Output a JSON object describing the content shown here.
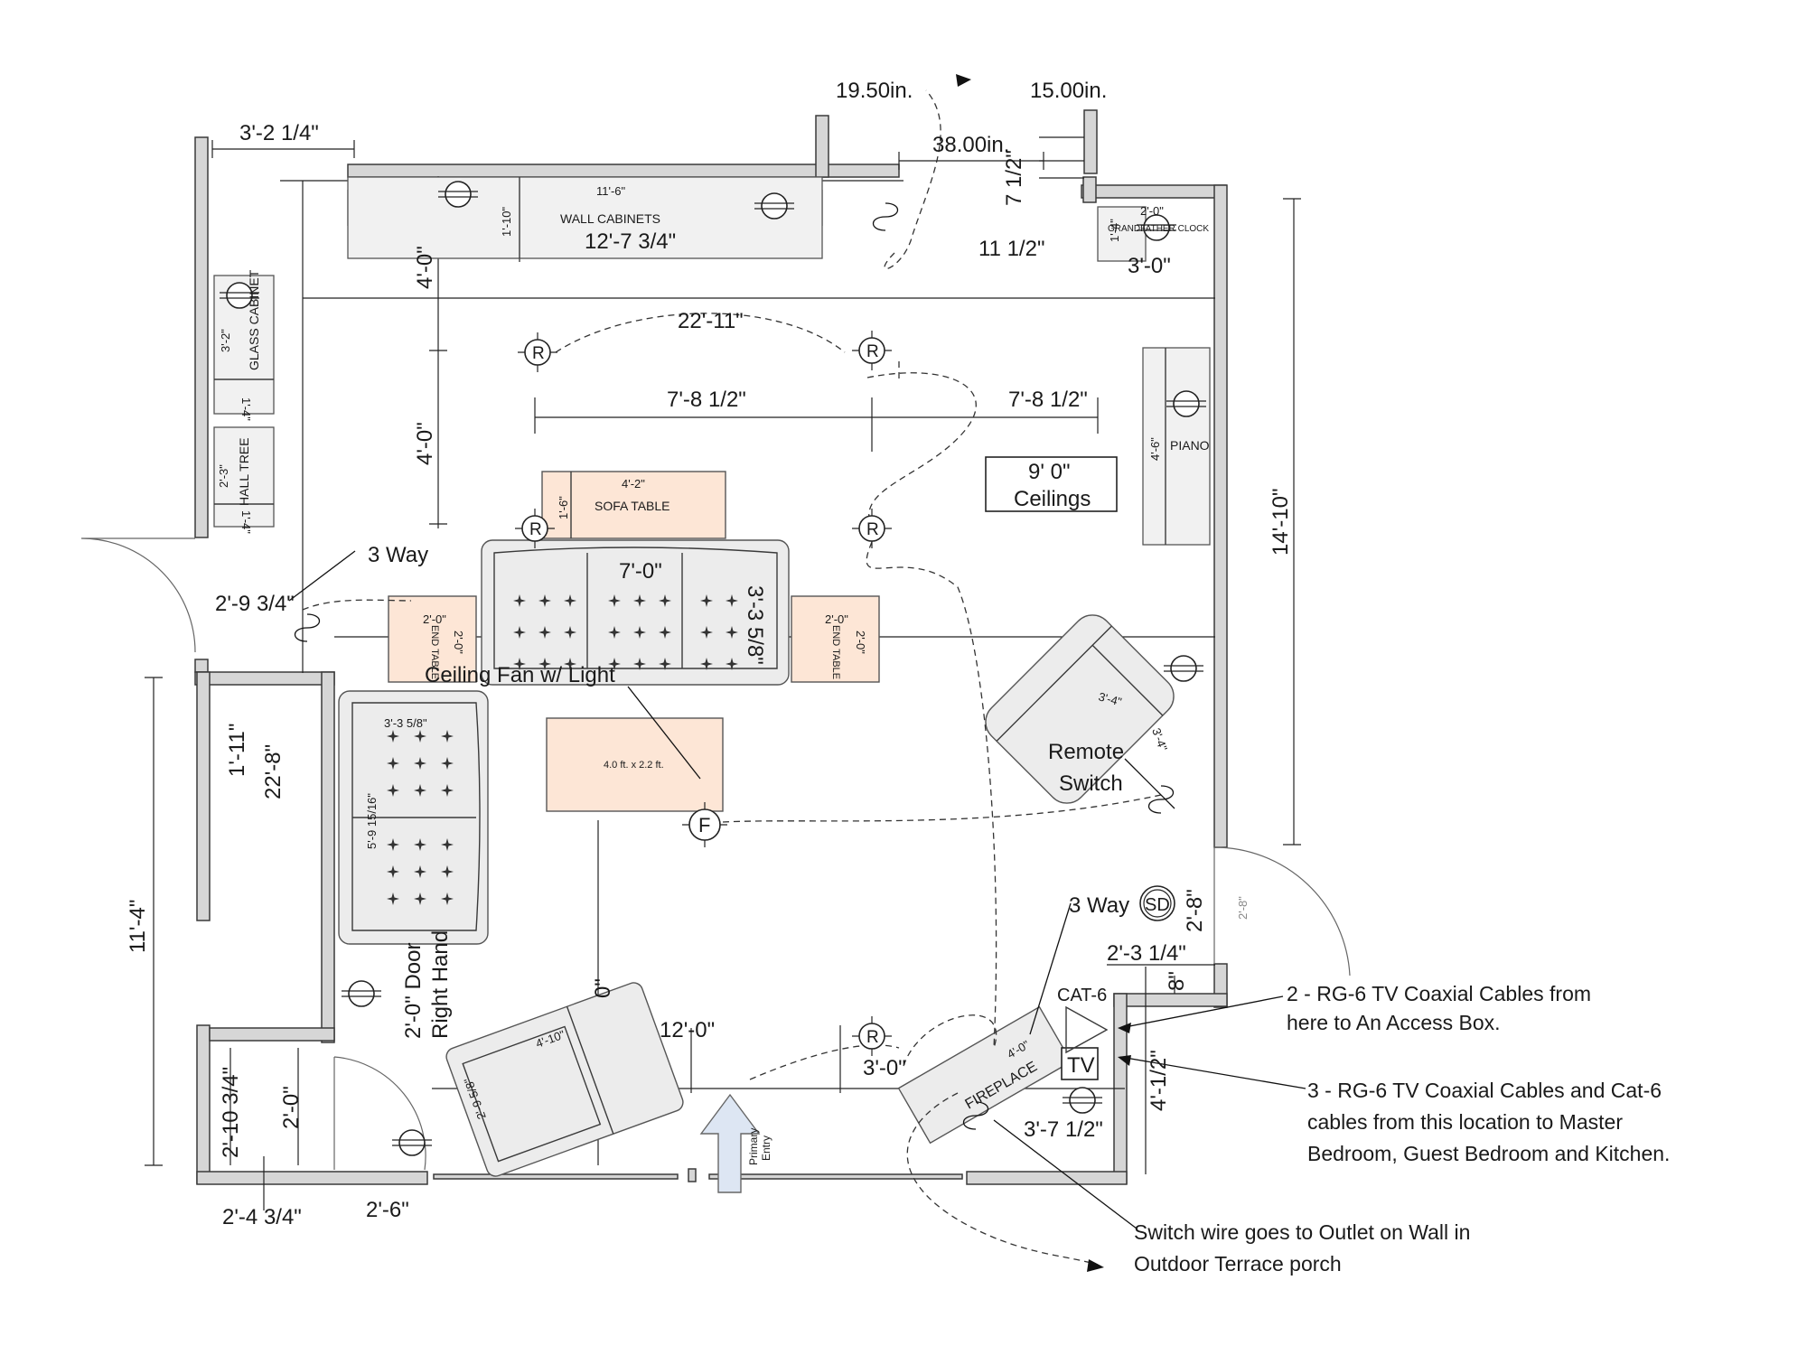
{
  "dimensions": {
    "d_19_50": "19.50in.",
    "d_15_00": "15.00in.",
    "d_3_2_14": "3'-2 1/4\"",
    "d_38_00": "38.00in.",
    "d_7_12": "7 1/2\"",
    "d_11_12": "11 1/2\"",
    "d_3_0_top": "3'-0\"",
    "d_11_6": "11'-6\"",
    "d_1_10": "1'-10\"",
    "d_12_7_34": "12'-7 3/4\"",
    "d_4_0_a": "4'-0\"",
    "d_22_11": "22'-11\"",
    "d_7_8_12_a": "7'-8 1/2\"",
    "d_7_8_12_b": "7'-8 1/2\"",
    "d_4_0_b": "4'-0\"",
    "d_14_10": "14'-10\"",
    "d_4_2": "4'-2\"",
    "d_1_6": "1'-6\"",
    "d_7_0": "7'-0\"",
    "d_3_3_58_a": "3'-3 5/8\"",
    "d_2_9_34": "2'-9 3/4\"",
    "d_3_3_58_b": "3'-3 5/8\"",
    "d_1_11": "1'-11\"",
    "d_22_8": "22'-8\"",
    "d_5_9_1516": "5'-9 15/16\"",
    "d_11_4": "11'-4\"",
    "d_2_8_a": "2'-8\"",
    "d_2_8_b": "2'-8\"",
    "d_2_3_14": "2'-3 1/4\"",
    "d_8": "8\"",
    "d_12_0": "12'-0\"",
    "d_3_0_bottom": "3'-0\"",
    "d_4_12": "4'-1/2\"",
    "d_3_7_12": "3'-7 1/2\"",
    "d_2_10_34": "2'-10 3/4\"",
    "d_2_0_door": "2'-0\"",
    "d_2_4_34": "2'-4 3/4\"",
    "d_2_6": "2'-6\"",
    "d_0_frag": "0\"",
    "d_3_4": "3'-4\"",
    "d_3_4_b": "3'-4\"",
    "d_4_10": "4'-10\"",
    "d_2_9_58": "2'-9 5/8\"",
    "d_3_2": "3'-2\"",
    "d_1_4_a": "1'-4\"",
    "d_2_3": "2'-3\"",
    "d_1_4_b": "1'-4\"",
    "d_2_0_a": "2'-0\"",
    "d_2_0_b": "2'-0\"",
    "d_2_0_c": "2'-0\"",
    "d_2_0_d": "2'-0\"",
    "d_2_0_e": "2'-0\"",
    "d_1_4_c": "1'-4\"",
    "d_4_6": "4'-6\"",
    "d_4_0_tv": "4'-0\""
  },
  "labels": {
    "wall_cabinets": "WALL CABINETS",
    "glass_cabinet": "GLASS CABINET",
    "hall_tree": "HALL TREE",
    "grandfather_clock": "GRANDFATHER CLOCK",
    "piano": "PIANO",
    "ceilings_1": "9' 0\"",
    "ceilings_2": "Ceilings",
    "sofa_table": "SOFA TABLE",
    "end_table_a": "END TABLE",
    "end_table_b": "END TABLE",
    "three_way_a": "3 Way",
    "three_way_b": "3 Way",
    "ceiling_fan": "Ceiling Fan w/ Light",
    "rug": "4.0 ft. x 2.2 ft.",
    "remote_1": "Remote",
    "remote_2": "Switch",
    "door_1": "2'-0\" Door",
    "door_2": "Right Hand",
    "cat6": "CAT-6",
    "tv": "TV",
    "fireplace": "FIREPLACE",
    "sd": "SD",
    "primary_1": "Primary",
    "primary_2": "Entry",
    "rec_r": "R",
    "fan_f": "F",
    "note1_1": "2 - RG-6 TV Coaxial Cables from",
    "note1_2": "here to An Access Box.",
    "note2_1": "3 - RG-6 TV Coaxial Cables and Cat-6",
    "note2_2": "cables from this location to Master",
    "note2_3": "Bedroom, Guest Bedroom and Kitchen.",
    "note3_1": "Switch wire goes to Outlet on Wall in",
    "note3_2": "Outdoor Terrace porch"
  },
  "colors": {
    "wall": "#d6d6d6",
    "wood": "#fde6d6",
    "arrow": "#dde6f3"
  }
}
